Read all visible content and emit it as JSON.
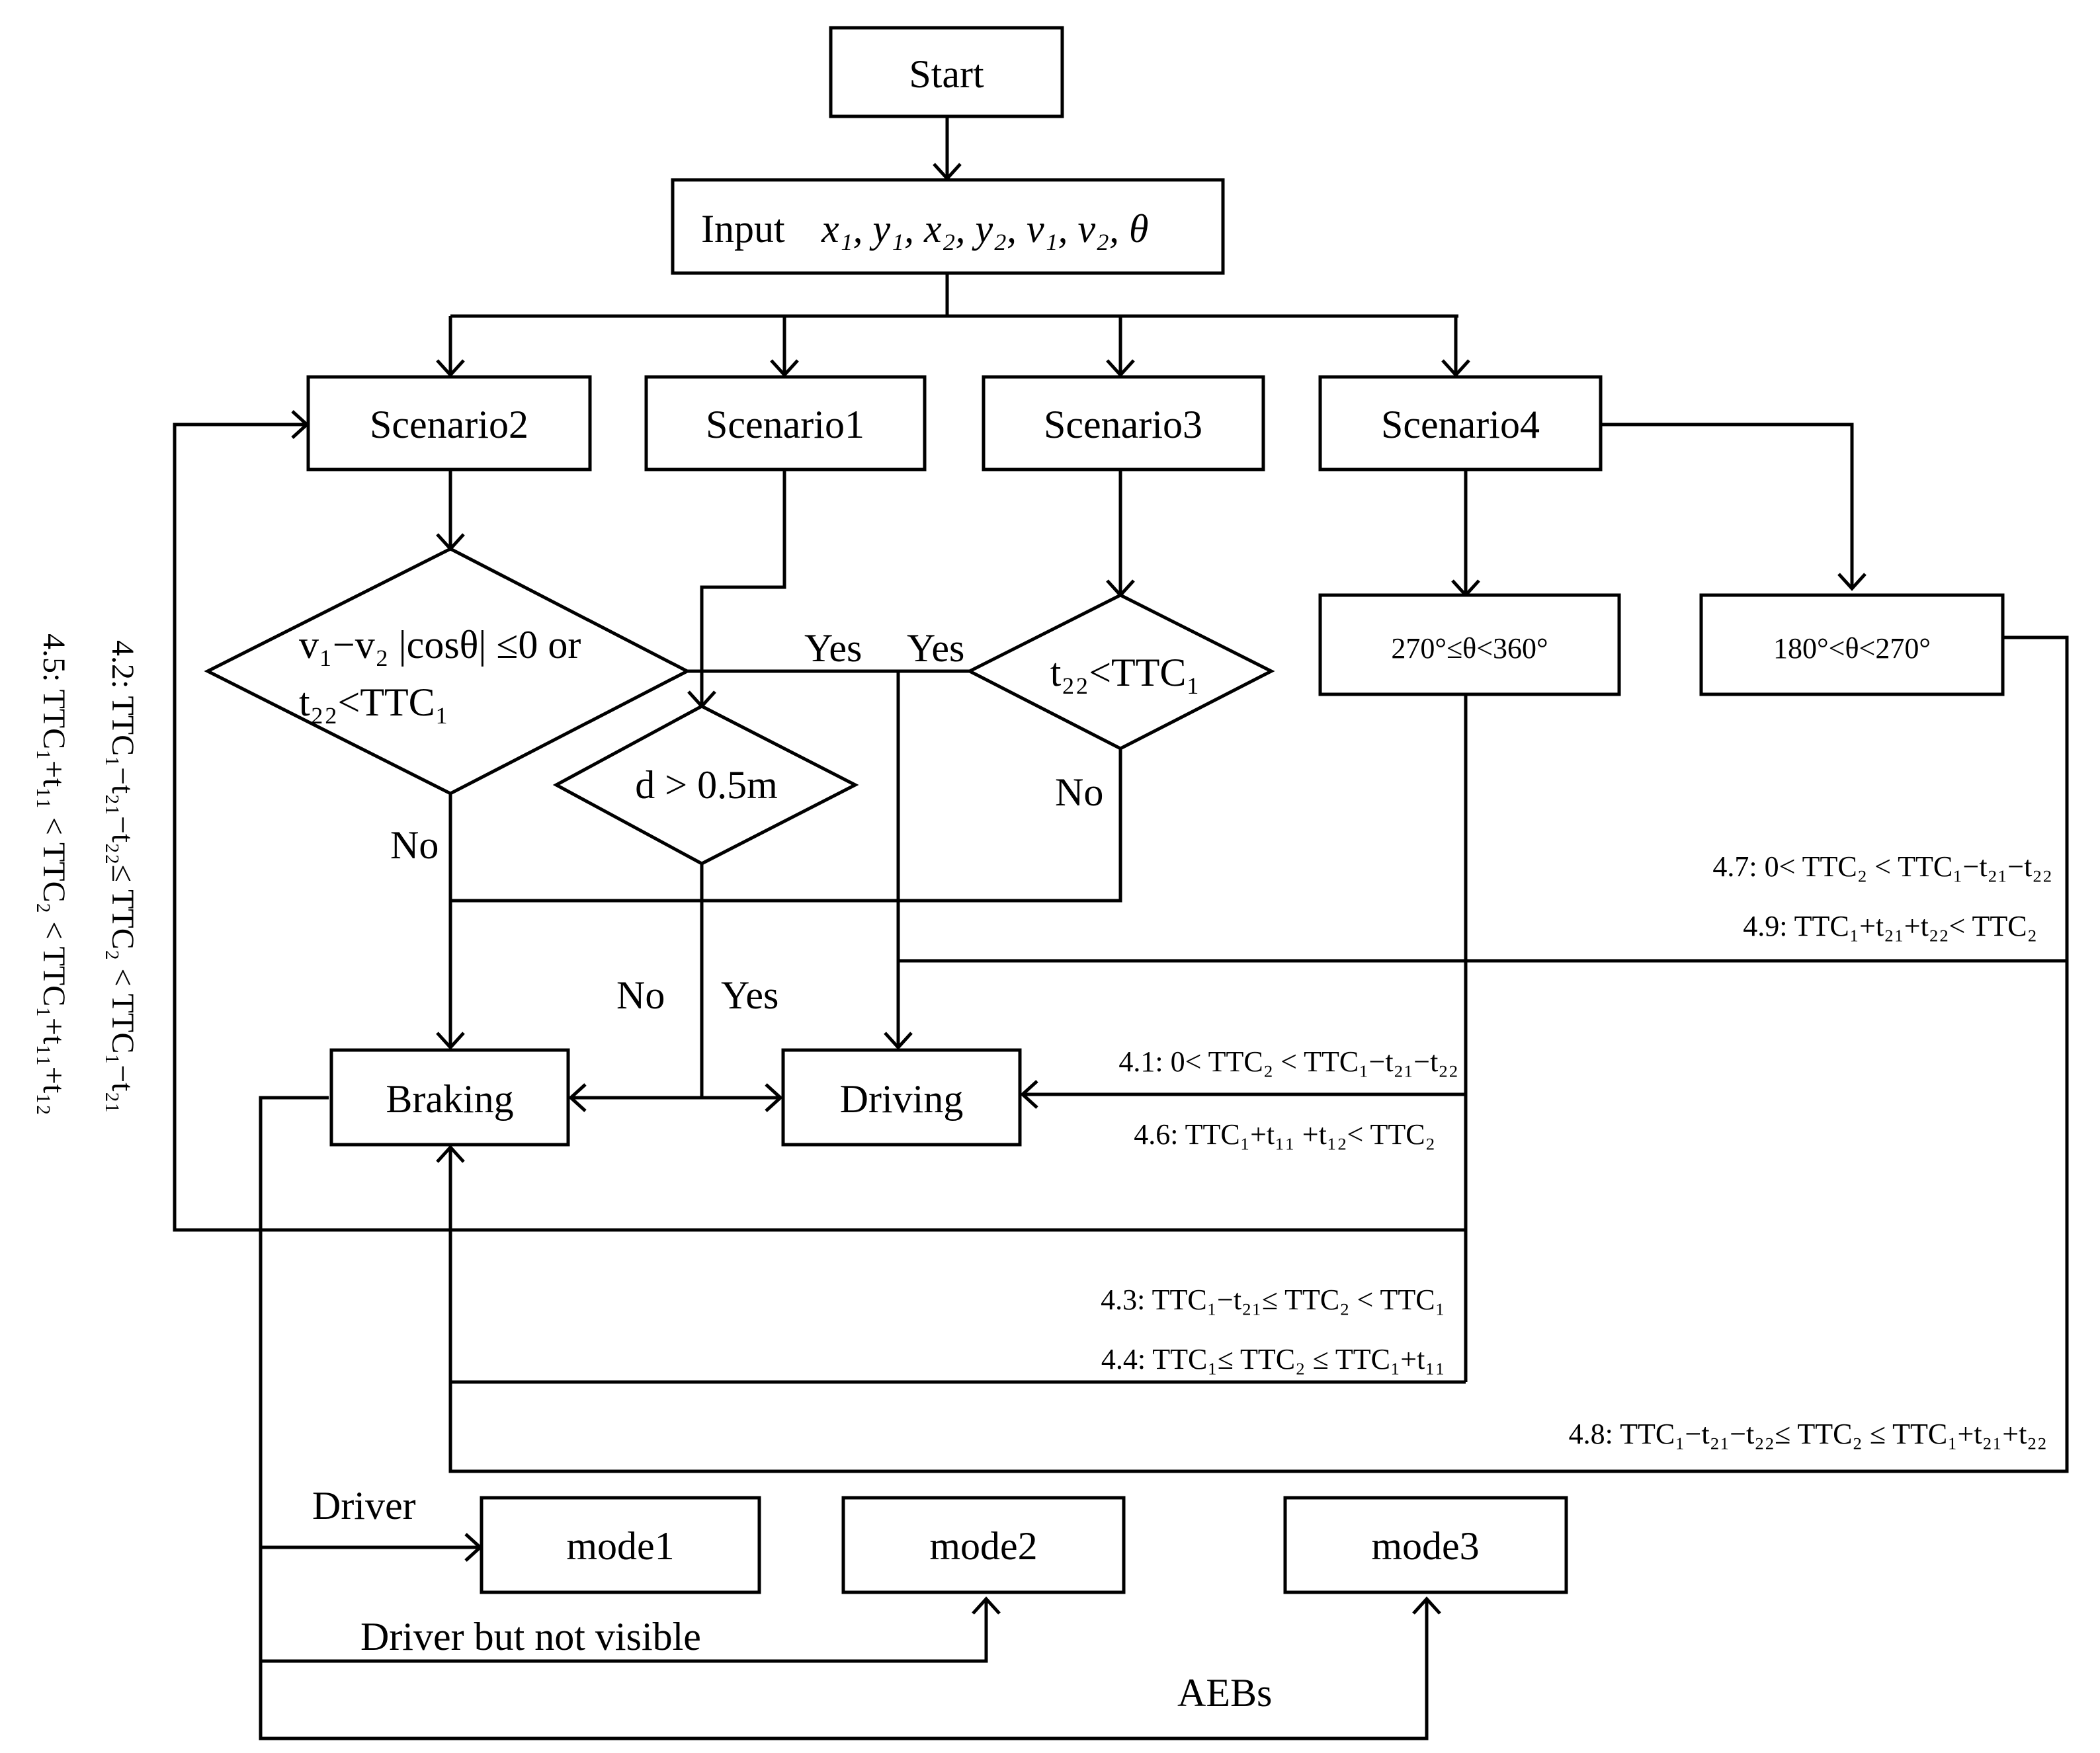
{
  "nodes": {
    "start": "Start",
    "input_prefix": "Input",
    "input_vars": "x₁, y₁, x₂, y₂, v₁, v₂, θ",
    "scenario2": "Scenario2",
    "scenario1": "Scenario1",
    "scenario3": "Scenario3",
    "scenario4": "Scenario4",
    "decision_s2_line1": "v₁−v₂ |cosθ| ≤0 or",
    "decision_s2_line2": "t₂₂<TTC₁",
    "decision_s1": "d > 0.5m",
    "decision_s3": "t₂₂<TTC₁",
    "range_a": "270°≤θ<360°",
    "range_b": "180°<θ<270°",
    "braking": "Braking",
    "driving": "Driving",
    "mode1": "mode1",
    "mode2": "mode2",
    "mode3": "mode3"
  },
  "edge_labels": {
    "yes_s2": "Yes",
    "yes_s3": "Yes",
    "no_s3": "No",
    "no_s2": "No",
    "no_s1": "No",
    "yes_s1": "Yes",
    "driver": "Driver",
    "driver_not_visible": "Driver but not visible",
    "aebs": "AEBs"
  },
  "conditions": {
    "c4_1": "4.1: 0< TTC₂ < TTC₁−t₂₁−t₂₂",
    "c4_2": "4.2: TTC₁−t₂₁−t₂₂≤ TTC₂ < TTC₁−t₂₁",
    "c4_3": "4.3: TTC₁−t₂₁≤ TTC₂ < TTC₁",
    "c4_4": "4.4: TTC₁≤ TTC₂ ≤ TTC₁+t₁₁",
    "c4_5": "4.5: TTC₁+t₁₁ < TTC₂ < TTC₁+t₁₁+t₁₂",
    "c4_6": "4.6: TTC₁+t₁₁ +t₁₂< TTC₂",
    "c4_7": "4.7: 0< TTC₂ < TTC₁−t₂₁−t₂₂",
    "c4_8": "4.8: TTC₁−t₂₁−t₂₂≤ TTC₂ ≤ TTC₁+t₂₁+t₂₂",
    "c4_9": "4.9: TTC₁+t₂₁+t₂₂< TTC₂"
  }
}
